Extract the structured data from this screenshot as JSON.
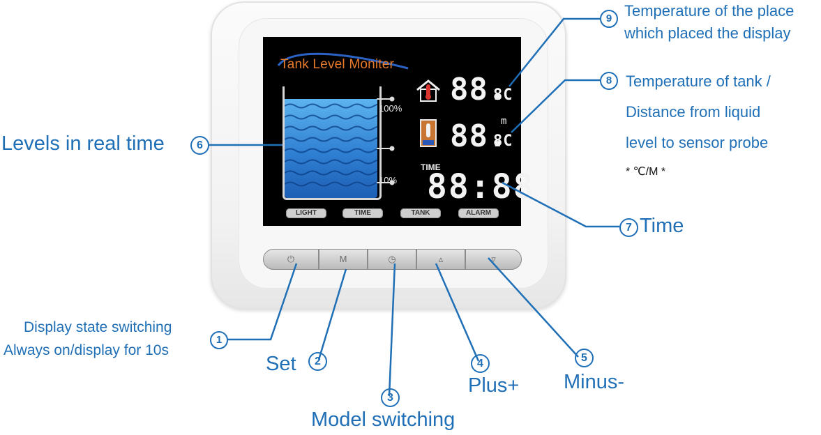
{
  "device": {
    "brand": "Tank Level Moniter",
    "levels": {
      "high": "100%",
      "low": "10%"
    },
    "temp_place_display": "88.",
    "temp_tank_display": "88.",
    "unit_c": "8C",
    "unit_m": "m",
    "time_label": "TIME",
    "time_display": "88:88",
    "status_tags": [
      "LIGHT",
      "TIME",
      "TANK",
      "ALARM"
    ],
    "buttons": [
      {
        "name": "power-button",
        "glyph": "⏻"
      },
      {
        "name": "mode-button",
        "glyph": "M"
      },
      {
        "name": "clock-button",
        "glyph": "◷"
      },
      {
        "name": "plus-button",
        "glyph": "▵"
      },
      {
        "name": "minus-button",
        "glyph": "▿"
      }
    ]
  },
  "callouts": {
    "c9": {
      "num": "9",
      "line1": "Temperature of the place",
      "line2": "which placed the display"
    },
    "c8": {
      "num": "8",
      "line1": "Temperature of tank /",
      "line2": "Distance from liquid",
      "line3": "level to sensor probe",
      "line4": "* ℃/M *"
    },
    "c6": {
      "num": "6",
      "text": "Levels in real time"
    },
    "c7": {
      "num": "7",
      "text": "Time"
    },
    "c1": {
      "num": "1",
      "line1": "Display state switching",
      "line2": "Always on/display for 10s"
    },
    "c2": {
      "num": "2",
      "text": "Set"
    },
    "c3": {
      "num": "3",
      "text": "Model switching"
    },
    "c4": {
      "num": "4",
      "text": "Plus+"
    },
    "c5": {
      "num": "5",
      "text": "Minus-"
    }
  },
  "colors": {
    "accent": "#1f6fb7",
    "brand": "#e87a2c",
    "screen": "#000000",
    "water": "#2f7fd2"
  }
}
